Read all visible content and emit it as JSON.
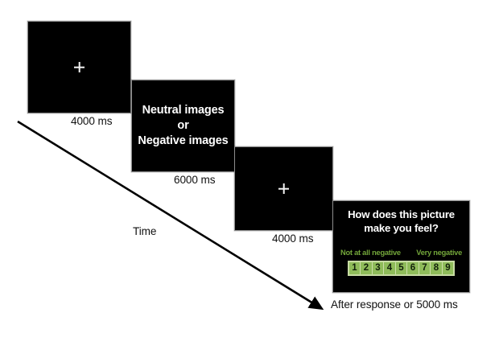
{
  "figure": {
    "background_color": "#ffffff",
    "time_axis_label": "Time",
    "arrow_color": "#000000"
  },
  "screens": [
    {
      "id": "fixation-1",
      "kind": "fixation",
      "content": "+",
      "caption": "4000 ms",
      "background_color": "#000000",
      "foreground_color": "#ffffff"
    },
    {
      "id": "stimulus",
      "kind": "text",
      "line1": "Neutral images",
      "line2": "or",
      "line3": "Negative images",
      "caption": "6000 ms",
      "background_color": "#000000",
      "foreground_color": "#ffffff"
    },
    {
      "id": "fixation-2",
      "kind": "fixation",
      "content": "+",
      "caption": "4000 ms",
      "background_color": "#000000",
      "foreground_color": "#ffffff"
    },
    {
      "id": "rating",
      "kind": "rating",
      "question_line1": "How does this picture",
      "question_line2": "make you feel?",
      "anchor_low": "Not at all negative",
      "anchor_high": "Very negative",
      "scale_values": [
        "1",
        "2",
        "3",
        "4",
        "5",
        "6",
        "7",
        "8",
        "9"
      ],
      "caption": "After response or 5000 ms",
      "background_color": "#000000",
      "foreground_color": "#ffffff",
      "anchor_color": "#73a63a",
      "scale_button_color": "#8fbc5a",
      "scale_border_color": "#cde0ab",
      "scale_digit_color": "#12200a"
    }
  ]
}
